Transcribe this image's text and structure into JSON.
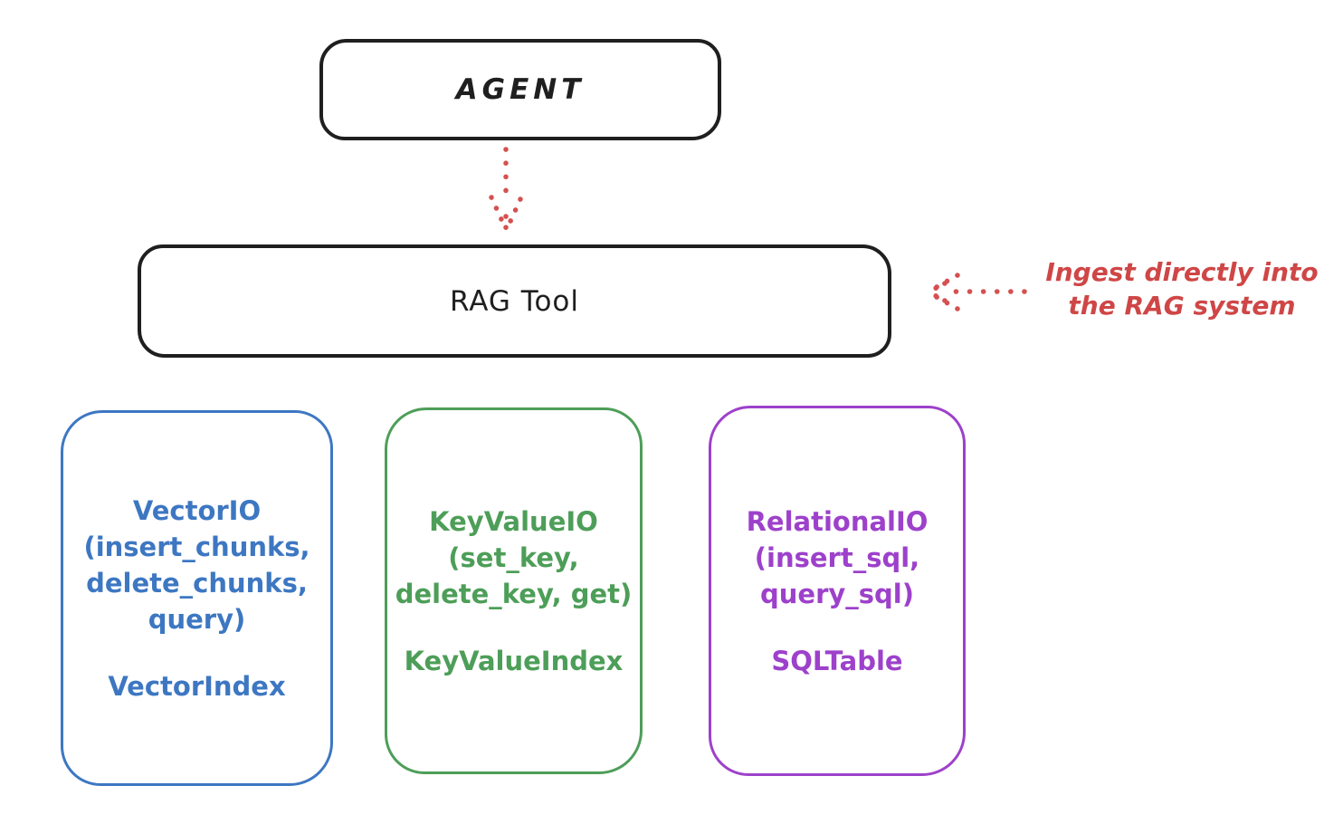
{
  "diagram": {
    "background": "#ffffff",
    "colors": {
      "ink": "#1f1f1f",
      "red": "#cf4646",
      "blue": "#3d77c2",
      "green": "#4d9e58",
      "purple": "#9d41cb"
    },
    "agent": {
      "label": "AGENT"
    },
    "rag_tool": {
      "label": "RAG Tool"
    },
    "annotation": {
      "line1": "Ingest directly into",
      "line2": "the RAG system"
    },
    "arrows": {
      "agent_to_rag": "dotted-arrow-down",
      "annotation_to_rag": "dotted-arrow-left"
    },
    "backends": [
      {
        "id": "vector",
        "color": "#3d77c2",
        "lines": [
          "VectorIO",
          "(insert_chunks,",
          "delete_chunks,",
          "query)"
        ],
        "index": "VectorIndex"
      },
      {
        "id": "keyvalue",
        "color": "#4d9e58",
        "lines": [
          "KeyValueIO",
          "(set_key,",
          "delete_key, get)"
        ],
        "index": "KeyValueIndex"
      },
      {
        "id": "relational",
        "color": "#9d41cb",
        "lines": [
          "RelationalIO",
          "(insert_sql,",
          "query_sql)"
        ],
        "index": "SQLTable"
      }
    ]
  }
}
